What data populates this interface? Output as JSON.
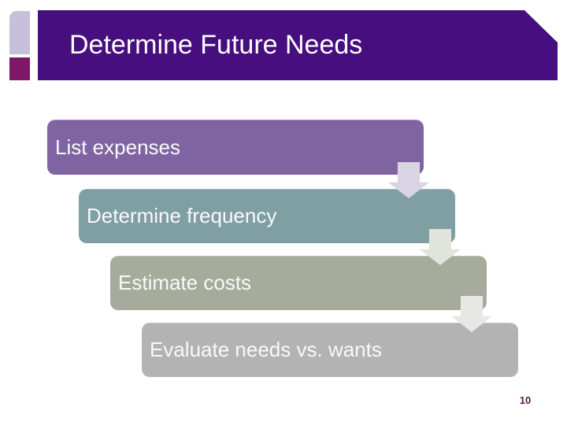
{
  "header": {
    "title": "Determine Future Needs",
    "bar_color": "#460E7E",
    "title_color": "#FFFFFF",
    "accent_squares": [
      {
        "name": "lavender-square",
        "color": "#C6C0DA"
      },
      {
        "name": "magenta-square",
        "color": "#7E1765"
      }
    ]
  },
  "process": {
    "type": "descending-step-list",
    "steps": [
      {
        "label": "List expenses",
        "fill": "#8064A2"
      },
      {
        "label": "Determine frequency",
        "fill": "#7F9FA3"
      },
      {
        "label": "Estimate costs",
        "fill": "#A6AB9C"
      },
      {
        "label": "Evaluate needs vs. wants",
        "fill": "#B3B3B3"
      }
    ],
    "arrows": [
      {
        "between": "step-1-to-step-2",
        "fill": "#D8D4E4"
      },
      {
        "between": "step-2-to-step-3",
        "fill": "#E0E4DA"
      },
      {
        "between": "step-3-to-step-4",
        "fill": "#E7E8E5"
      }
    ],
    "step_text_color": "#FAF9FA"
  },
  "footer": {
    "page_number": "10",
    "page_number_color": "#55134B"
  }
}
